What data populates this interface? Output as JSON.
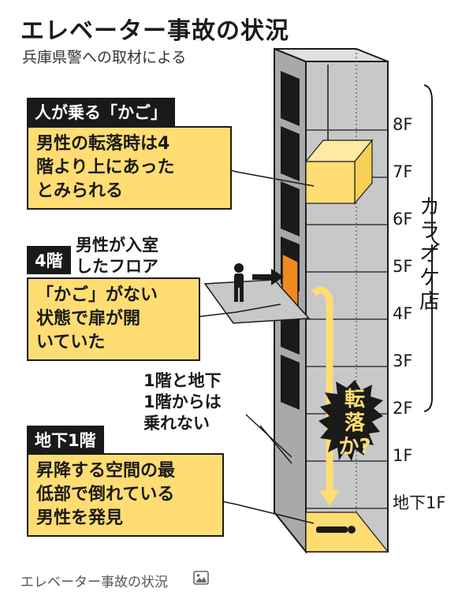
{
  "title": "エレベーター事故の状況",
  "subtitle": "兵庫県警への取材による",
  "floors": [
    "8F",
    "7F",
    "6F",
    "5F",
    "4F",
    "3F",
    "2F",
    "1F",
    "地下1F"
  ],
  "karaoke_label": "カラオケ店",
  "cage_box": {
    "header": "人が乗る「かご」",
    "body": "男性の転落時は4\n階より上にあった\nとみられる"
  },
  "floor4_box": {
    "header": "4階",
    "header_note": "男性が入室\nしたフロア",
    "body": "「かご」がない\n状態で扉が開\nいていた"
  },
  "floor1_note": "1階と地下\n1階からは\n乗れない",
  "basement_box": {
    "header": "地下1階",
    "body": "昇降する空間の最\n低部で倒れている\n男性を発見"
  },
  "fall_label": "転落か?",
  "footer_caption": "エレベーター事故の状況",
  "colors": {
    "accent": "#ffdd73",
    "door": "#f08a1c",
    "building": "#c8c8c8",
    "ink": "#1a1a1a"
  },
  "icons": {
    "footer": "image-icon",
    "person": "person-icon"
  }
}
